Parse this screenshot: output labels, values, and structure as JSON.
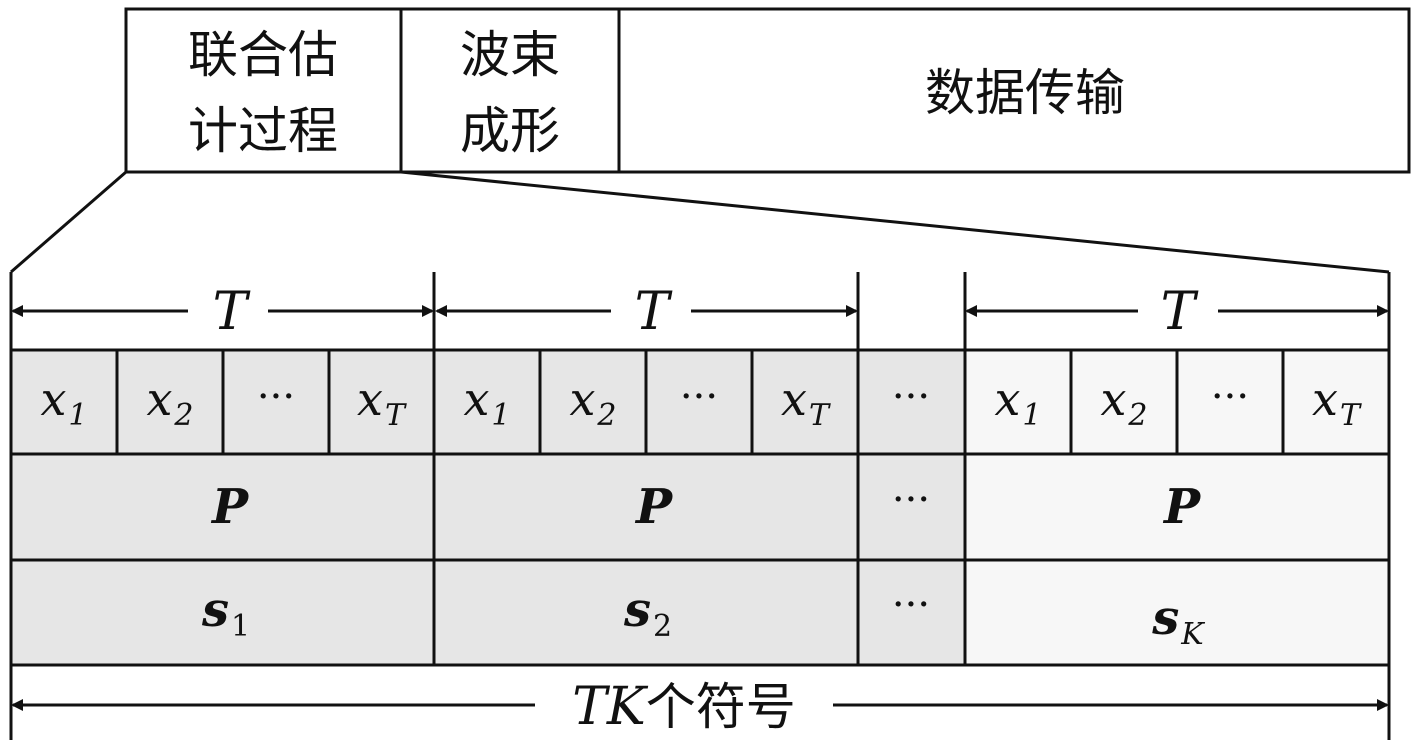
{
  "top_bar": {
    "joint_estimation": [
      "联合估",
      "计过程"
    ],
    "beamforming": [
      "波束",
      "成形"
    ],
    "data_transmission": "数据传输"
  },
  "period_label": "T",
  "ellipsis": "···",
  "blocks": [
    {
      "symbols": [
        {
          "base": "x",
          "sub": "1"
        },
        {
          "base": "x",
          "sub": "2"
        },
        {
          "base": "···",
          "sub": ""
        },
        {
          "base": "x",
          "sub": "T"
        }
      ],
      "matrix": "P",
      "signal": {
        "base": "s",
        "sub": "1"
      },
      "shaded": true
    },
    {
      "symbols": [
        {
          "base": "x",
          "sub": "1"
        },
        {
          "base": "x",
          "sub": "2"
        },
        {
          "base": "···",
          "sub": ""
        },
        {
          "base": "x",
          "sub": "T"
        }
      ],
      "matrix": "P",
      "signal": {
        "base": "s",
        "sub": "2"
      },
      "shaded": true
    },
    {
      "symbols": [
        {
          "base": "x",
          "sub": "1"
        },
        {
          "base": "x",
          "sub": "2"
        },
        {
          "base": "···",
          "sub": ""
        },
        {
          "base": "x",
          "sub": "T"
        }
      ],
      "matrix": "P",
      "signal": {
        "base": "s",
        "sub": "K"
      },
      "shaded": false
    }
  ],
  "total": {
    "math": "TK",
    "text": "个符号"
  },
  "colors": {
    "shaded": "#e6e6e6",
    "unshaded": "#f7f7f7",
    "stroke": "#111111"
  }
}
